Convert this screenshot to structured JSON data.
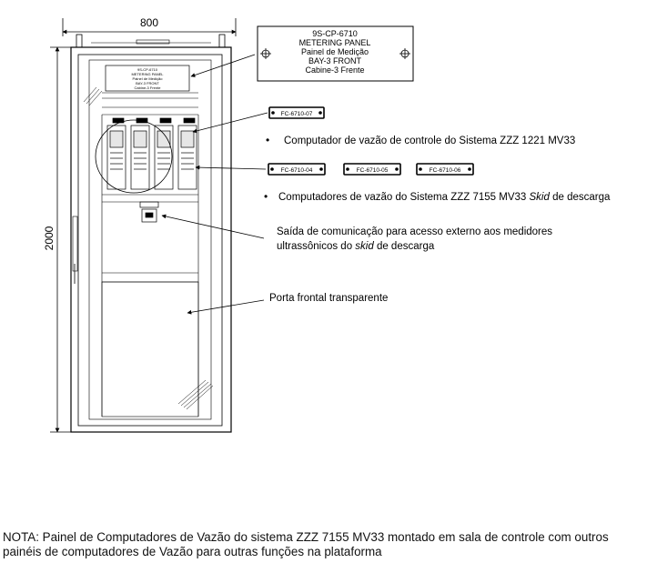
{
  "dimensions": {
    "width": "800",
    "height": "2000"
  },
  "nameplate": {
    "lines": [
      "9S-CP-6710",
      "METERING PANEL",
      "Painel de Medição",
      "BAY-3 FRONT",
      "Cabine-3 Frente"
    ]
  },
  "tags": {
    "control_computer": "FC-6710-07",
    "discharge_computers": [
      "FC-6710-04",
      "FC-6710-05",
      "FC-6710-06"
    ]
  },
  "callouts": {
    "control_computer": "Computador de vazão de controle do Sistema ZZZ 1221 MV33",
    "discharge_computers_before": "Computadores de vazão do Sistema ZZZ 7155 MV33 ",
    "discharge_computers_italic": "Skid",
    "discharge_computers_after": "  de descarga",
    "comm_outlet_line1": "Saída de comunicação para acesso externo aos medidores",
    "comm_outlet_line2_before": "ultrassônicos do ",
    "comm_outlet_line2_italic": "skid",
    "comm_outlet_line2_after": " de descarga",
    "front_door": "Porta frontal transparente"
  },
  "note": "NOTA: Painel de Computadores de Vazão do sistema ZZZ 7155 MV33 montado em sala de controle com outros painéis de computadores de Vazão para outras funções na plataforma"
}
